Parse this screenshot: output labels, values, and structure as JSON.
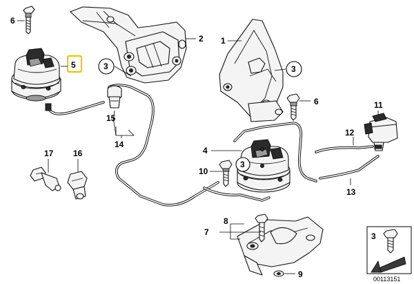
{
  "callouts": {
    "c1": "1",
    "c2": "2",
    "c3a": "3",
    "c3b": "3",
    "c3c": "3",
    "c4": "4",
    "c5": "5",
    "c6a": "6",
    "c6b": "6",
    "c7": "7",
    "c8": "8",
    "c9": "9",
    "c10": "10",
    "c11": "11",
    "c12": "12",
    "c13": "13",
    "c14": "14",
    "c15": "15",
    "c16": "16",
    "c17": "17"
  },
  "diagram_number": "00113151",
  "colors": {
    "highlight": "#f2c400",
    "line": "#111111",
    "part_fill": "#f4f4f4"
  }
}
